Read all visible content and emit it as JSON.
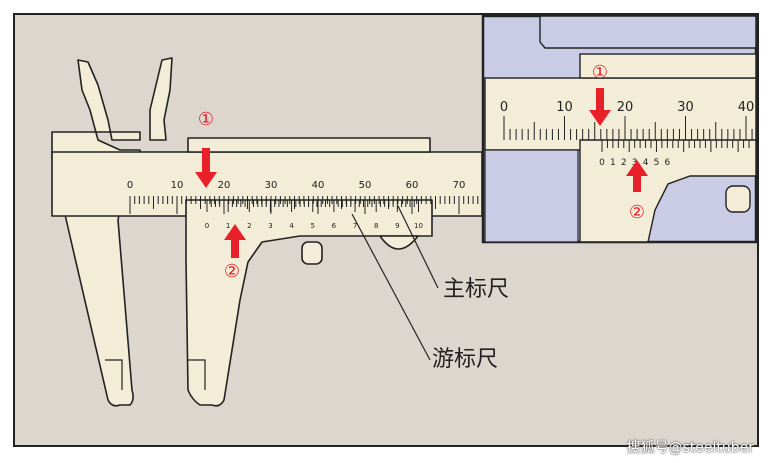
{
  "colors": {
    "frame": "#ddd6ce",
    "body": "#f3ecd6",
    "outline": "#222222",
    "arrow": "#e8202a",
    "inset_blue": "#c9cce4",
    "label_text": "#222222",
    "watermark": "#ffffff"
  },
  "main_scale": {
    "labels": [
      "0",
      "10",
      "20",
      "30",
      "40",
      "50",
      "60",
      "70"
    ]
  },
  "vernier_scale": {
    "labels": [
      "0",
      "1",
      "2",
      "3",
      "4",
      "5",
      "6",
      "7",
      "8",
      "9",
      "10"
    ]
  },
  "markers": {
    "one": "①",
    "two": "②"
  },
  "callouts": {
    "main": "主标尺",
    "vernier": "游标尺"
  },
  "inset": {
    "main_labels": [
      "0",
      "10",
      "20",
      "30",
      "40"
    ],
    "vernier_labels": [
      "0",
      "1",
      "2",
      "3",
      "4",
      "5",
      "6"
    ]
  },
  "watermark": "搜狐号@steeltuber"
}
